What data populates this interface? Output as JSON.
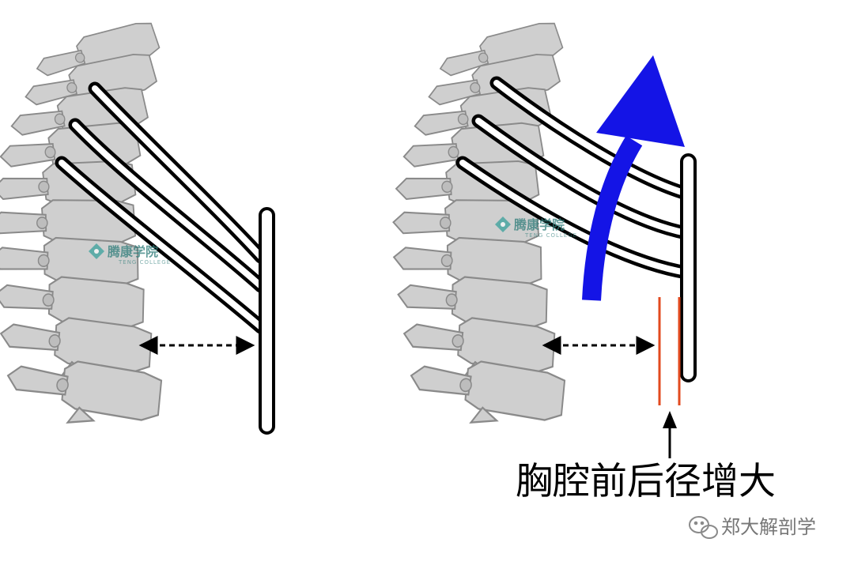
{
  "caption": "胸腔前后径增大",
  "watermark": {
    "name": "腾康学院",
    "sub": "TENG COLLEGE"
  },
  "source": "郑大解剖学",
  "icons": [
    "wechat-icon",
    "college-logo-icon"
  ],
  "colors": {
    "bone_fill": "#cfcfcf",
    "rib_outline": "#000000",
    "arrow": "#1414e6",
    "marker": "#e24a1f",
    "logo": "#2f7d7a"
  }
}
